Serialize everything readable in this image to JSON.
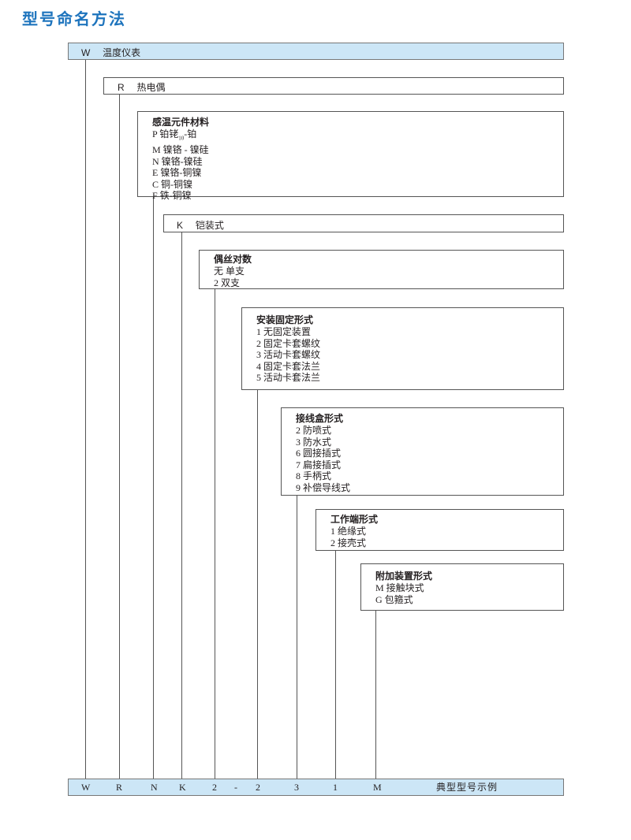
{
  "title": "型号命名方法",
  "header_row": {
    "code": "W",
    "label": "温度仪表"
  },
  "type_row": {
    "code": "R",
    "label": "热电偶"
  },
  "material": {
    "title": "感温元件材料",
    "options": [
      {
        "code": "P",
        "text": "铂铑",
        "sub": "10",
        "text2": "-铂"
      },
      {
        "code": "M",
        "text": "镍铬 - 镍硅"
      },
      {
        "code": "N",
        "text": "镍铬-镍硅"
      },
      {
        "code": "E",
        "text": "镍铬-铜镍"
      },
      {
        "code": "C",
        "text": "铜-铜镍"
      },
      {
        "code": "F",
        "text": "铁-铜镍"
      }
    ]
  },
  "armored": {
    "code": "K",
    "label": "铠装式"
  },
  "pairs": {
    "title": "偶丝对数",
    "options": [
      {
        "code": "无",
        "text": "单支"
      },
      {
        "code": "2",
        "text": "双支"
      }
    ]
  },
  "mounting": {
    "title": "安装固定形式",
    "options": [
      {
        "code": "1",
        "text": "无固定装置"
      },
      {
        "code": "2",
        "text": "固定卡套螺纹"
      },
      {
        "code": "3",
        "text": "活动卡套螺纹"
      },
      {
        "code": "4",
        "text": "固定卡套法兰"
      },
      {
        "code": "5",
        "text": "活动卡套法兰"
      }
    ]
  },
  "junction": {
    "title": "接线盒形式",
    "options": [
      {
        "code": "2",
        "text": "防喷式"
      },
      {
        "code": "3",
        "text": "防水式"
      },
      {
        "code": "6",
        "text": "圆接插式"
      },
      {
        "code": "7",
        "text": "扁接插式"
      },
      {
        "code": "8",
        "text": "手柄式"
      },
      {
        "code": "9",
        "text": "补偿导线式"
      }
    ]
  },
  "working_end": {
    "title": "工作端形式",
    "options": [
      {
        "code": "1",
        "text": "绝缘式"
      },
      {
        "code": "2",
        "text": "接壳式"
      }
    ]
  },
  "accessory": {
    "title": "附加装置形式",
    "options": [
      {
        "code": "M",
        "text": "接触块式"
      },
      {
        "code": "G",
        "text": "包箍式"
      }
    ]
  },
  "example": {
    "chars": [
      "W",
      "R",
      "N",
      "K",
      "2",
      "-",
      "2",
      "3",
      "1",
      "M"
    ],
    "label": "典型型号示例"
  },
  "colors": {
    "title": "#1e74bd",
    "bar": "#cce6f6",
    "line": "#555555"
  }
}
